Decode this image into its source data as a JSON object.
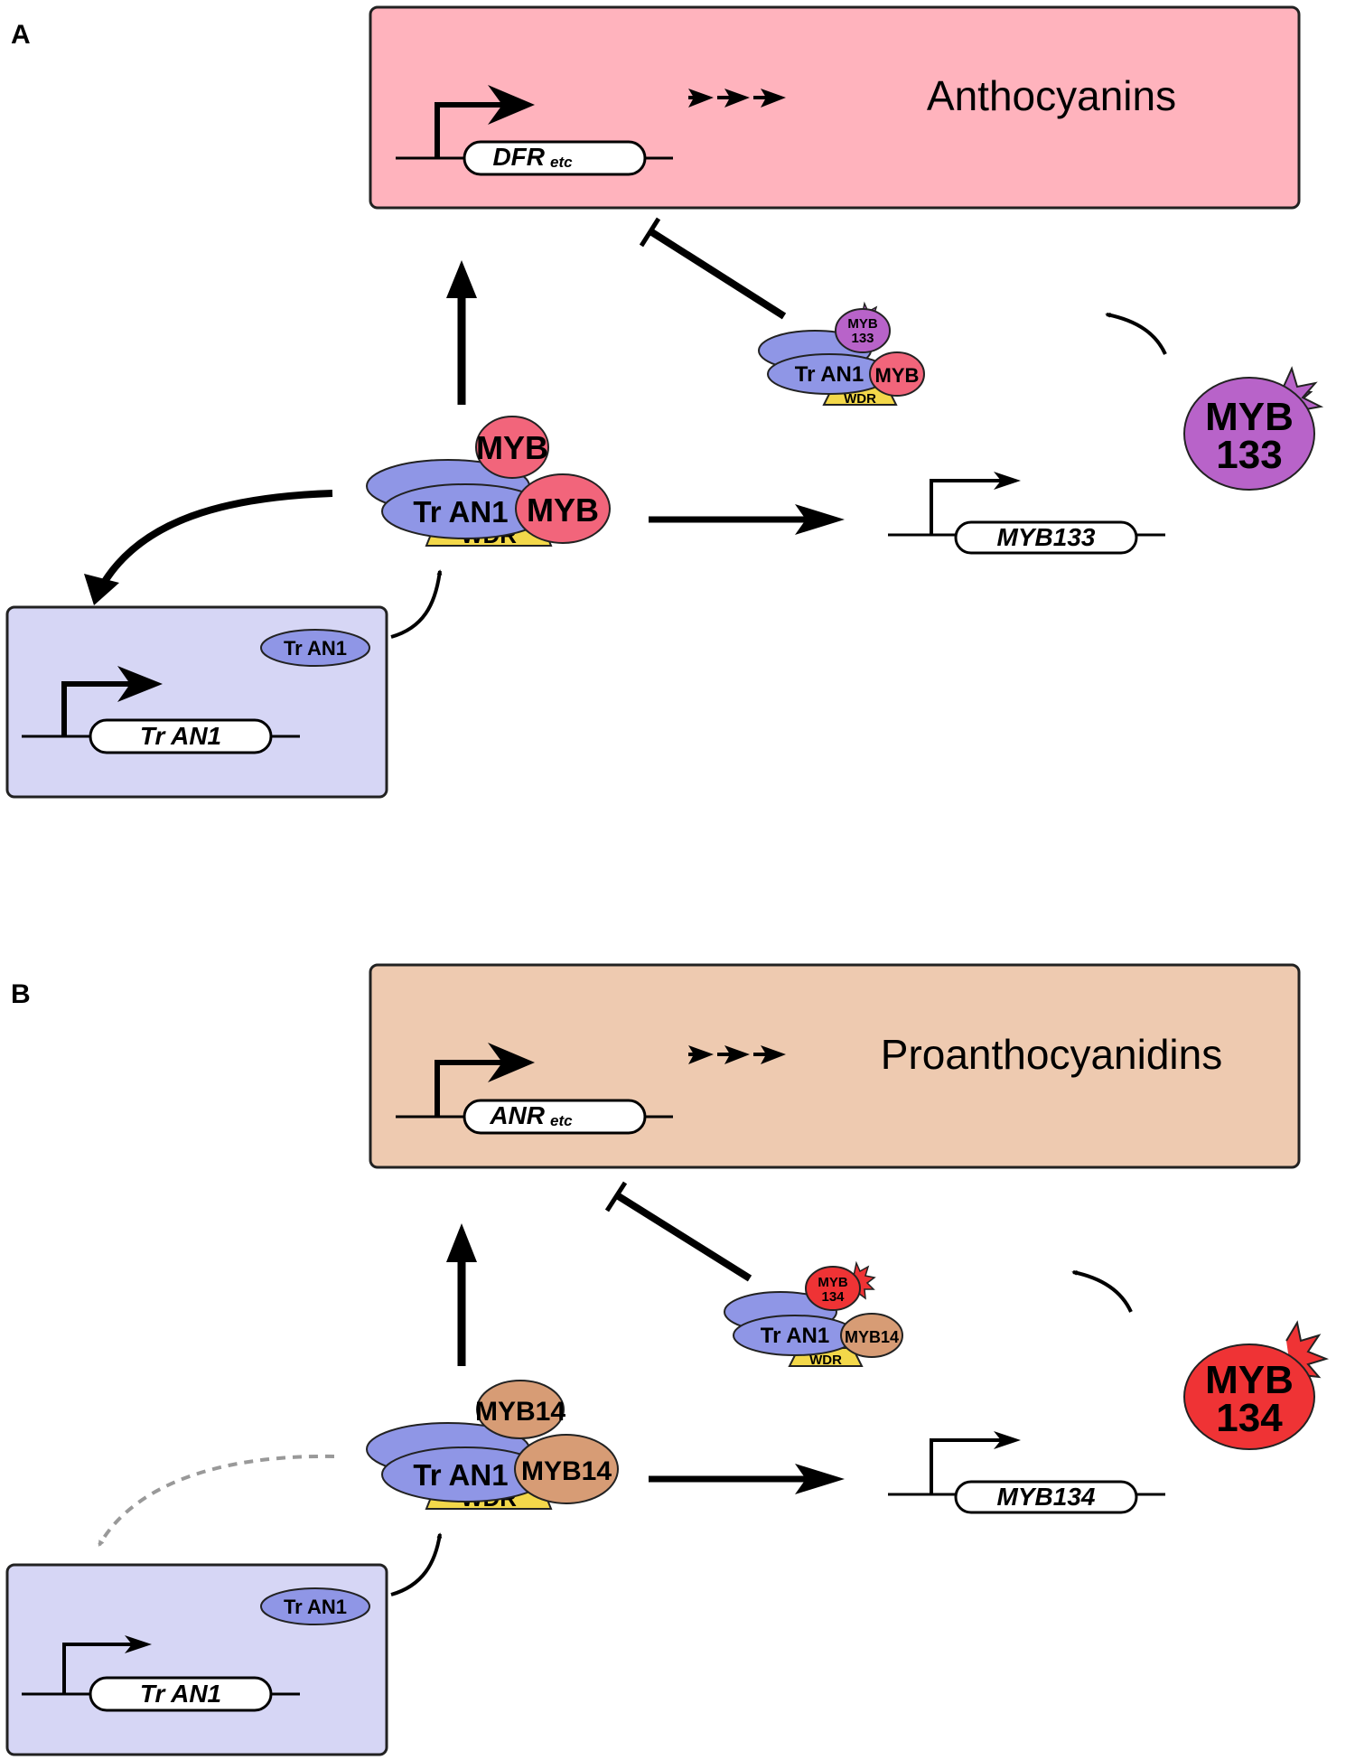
{
  "panels": [
    {
      "letter": "A",
      "pathway_product": "Anthocyanins",
      "target_gene": "DFR",
      "target_gene_suffix": "etc",
      "bhlh": "Tr AN1",
      "myb_upper": "MYB",
      "myb_right": "MYB",
      "wdr": "WDR",
      "repressor_gene": "MYB133",
      "repressor_line1": "MYB",
      "repressor_line2": "133",
      "small_myb_upper_line1": "MYB",
      "small_myb_upper_line2": "133",
      "small_bhlh": "Tr AN1",
      "small_myb_right": "MYB",
      "small_wdr": "WDR",
      "feedback_protein": "Tr AN1",
      "feedback_gene": "Tr AN1",
      "colors": {
        "product_box": "#ffb3bd",
        "myb": "#f2657b",
        "repressor": "#b863c9",
        "bhlh": "#8f96e6",
        "wdr": "#f3d84a",
        "feedback_box": "#d6d6f5"
      }
    },
    {
      "letter": "B",
      "pathway_product": "Proanthocyanidins",
      "target_gene": "ANR",
      "target_gene_suffix": "etc",
      "bhlh": "Tr AN1",
      "myb_upper": "MYB14",
      "myb_right": "MYB14",
      "wdr": "WDR",
      "repressor_gene": "MYB134",
      "repressor_line1": "MYB",
      "repressor_line2": "134",
      "small_myb_upper_line1": "MYB",
      "small_myb_upper_line2": "134",
      "small_bhlh": "Tr AN1",
      "small_myb_right": "MYB14",
      "small_wdr": "WDR",
      "feedback_protein": "Tr AN1",
      "feedback_gene": "Tr AN1",
      "colors": {
        "product_box": "#eecab0",
        "myb": "#d79c75",
        "repressor": "#ef3335",
        "bhlh": "#8f96e6",
        "wdr": "#f3d84a",
        "feedback_box": "#d6d6f5"
      }
    }
  ]
}
